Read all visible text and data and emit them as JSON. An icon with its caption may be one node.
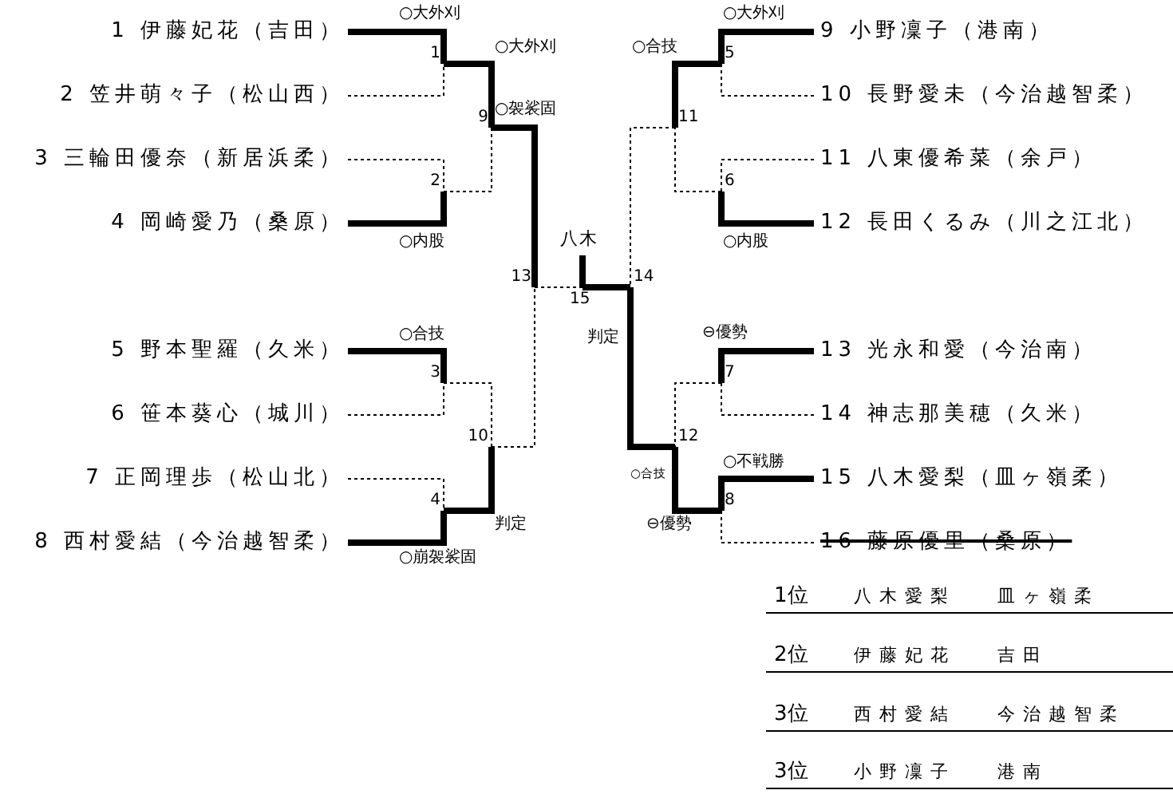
{
  "diagram": {
    "nodes": [
      {
        "text": [
          "1 伊藤妃花（吉田）"
        ]
      },
      {
        "text": [
          "2 笠井萌々子（松山西）"
        ]
      },
      {
        "text": [
          "3 三輪田優奈（新居浜柔）"
        ]
      },
      {
        "text": [
          "4 岡崎愛乃（桑原）"
        ]
      },
      {
        "text": [
          "5 野本聖羅（久米）"
        ]
      },
      {
        "text": [
          "6 笹本葵心（城川）"
        ]
      },
      {
        "text": [
          "7 正岡理歩（松山北）"
        ]
      },
      {
        "text": [
          "8 西村愛結（今治越智柔）"
        ]
      },
      {
        "text": [
          "9 小野凜子（港南）"
        ]
      },
      {
        "text": [
          "10 長野愛未（今治越智柔）"
        ]
      },
      {
        "text": [
          "11 八東優希菜（余戸）"
        ]
      },
      {
        "text": [
          "12 長田くるみ（川之江北）"
        ]
      },
      {
        "text": [
          "13 光永和愛（今治南）"
        ]
      },
      {
        "text": [
          "14 神志那美穂（久米）"
        ]
      },
      {
        "text": [
          "15 八木愛梨（皿ヶ嶺柔）"
        ]
      },
      {
        "text": [
          "16 藤原優里（桑原）"
        ]
      },
      {
        "text": [
          "1"
        ]
      },
      {
        "text": [
          "2"
        ]
      },
      {
        "text": [
          "3"
        ]
      },
      {
        "text": [
          "4"
        ]
      },
      {
        "text": [
          "5"
        ]
      },
      {
        "text": [
          "6"
        ]
      },
      {
        "text": [
          "7"
        ]
      },
      {
        "text": [
          "8"
        ]
      },
      {
        "text": [
          "9"
        ]
      },
      {
        "text": [
          "10"
        ]
      },
      {
        "text": [
          "11"
        ]
      },
      {
        "text": [
          "12"
        ]
      },
      {
        "text": [
          "13"
        ]
      },
      {
        "text": [
          "14"
        ]
      },
      {
        "text": [
          "15"
        ]
      },
      {
        "text": [
          "八木"
        ]
      }
    ],
    "edges": [
      {
        "from": 0,
        "to": 16,
        "arrow": "none"
      },
      {
        "from": 1,
        "to": 16,
        "arrow": "none",
        "style": "dashed"
      },
      {
        "from": 2,
        "to": 17,
        "arrow": "none",
        "style": "dashed"
      },
      {
        "from": 3,
        "to": 17,
        "arrow": "none"
      },
      {
        "from": 4,
        "to": 18,
        "arrow": "none"
      },
      {
        "from": 5,
        "to": 18,
        "arrow": "none",
        "style": "dashed"
      },
      {
        "from": 6,
        "to": 19,
        "arrow": "none",
        "style": "dashed"
      },
      {
        "from": 7,
        "to": 19,
        "arrow": "none"
      },
      {
        "from": 8,
        "to": 20,
        "arrow": "none"
      },
      {
        "from": 9,
        "to": 20,
        "arrow": "none",
        "style": "dashed"
      },
      {
        "from": 10,
        "to": 21,
        "arrow": "none",
        "style": "dashed"
      },
      {
        "from": 11,
        "to": 21,
        "arrow": "none"
      },
      {
        "from": 12,
        "to": 22,
        "arrow": "none"
      },
      {
        "from": 13,
        "to": 22,
        "arrow": "none",
        "style": "dashed"
      },
      {
        "from": 14,
        "to": 23,
        "arrow": "none"
      },
      {
        "from": 15,
        "to": 23,
        "arrow": "none",
        "style": "dashed"
      },
      {
        "from": 16,
        "to": 24,
        "arrow": "none"
      },
      {
        "from": 17,
        "to": 24,
        "arrow": "none",
        "style": "dashed"
      },
      {
        "from": 18,
        "to": 25,
        "arrow": "none",
        "style": "dashed"
      },
      {
        "from": 19,
        "to": 25,
        "arrow": "none"
      },
      {
        "from": 20,
        "to": 26,
        "arrow": "none"
      },
      {
        "from": 21,
        "to": 26,
        "arrow": "none",
        "style": "dashed"
      },
      {
        "from": 22,
        "to": 27,
        "arrow": "none",
        "style": "dashed"
      },
      {
        "from": 23,
        "to": 27,
        "arrow": "none"
      },
      {
        "from": 24,
        "to": 28,
        "arrow": "none"
      },
      {
        "from": 25,
        "to": 28,
        "arrow": "none",
        "style": "dashed"
      },
      {
        "from": 26,
        "to": 29,
        "arrow": "none",
        "style": "dashed"
      },
      {
        "from": 27,
        "to": 29,
        "arrow": "none"
      },
      {
        "from": 28,
        "to": 30,
        "arrow": "none",
        "style": "dashed"
      },
      {
        "from": 29,
        "to": 30,
        "arrow": "none"
      },
      {
        "from": 30,
        "to": 31,
        "arrow": "none"
      }
    ],
    "labels": [
      "○大外刈",
      "○大外刈",
      "○大外刈",
      "○合技",
      "○袈裟固",
      "○内股",
      "○内股",
      "○合技",
      "判定",
      "⊖優勢",
      "○不戦勝",
      "○合技",
      "判定",
      "⊖優勢",
      "○崩袈裟固",
      "1位",
      "八木愛梨",
      "皿ヶ嶺柔",
      "2位",
      "伊藤妃花",
      "吉田",
      "3位",
      "西村愛結",
      "今治越智柔",
      "3位",
      "小野凜子",
      "港南"
    ]
  }
}
